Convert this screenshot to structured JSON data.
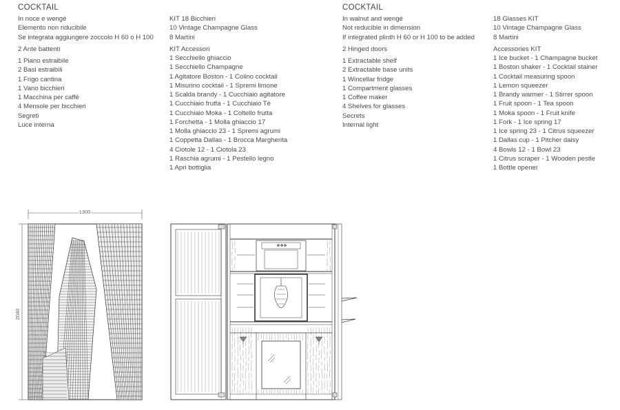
{
  "it_left": {
    "title": "COCKTAIL",
    "lines": [
      "In noce e wengé",
      "Elemento non riducibile",
      "Se integrata aggiungere zoccolo H 60 o H 100"
    ],
    "doors": "2 Ante battenti",
    "features": [
      "1 Piano estraibile",
      "2 Basi estraibili",
      "1 Frigo cantina",
      "1 Vano bicchieri",
      "1 Macchina per caffé",
      "4 Mensole per bicchieri",
      "Segreti",
      "Luce interna"
    ]
  },
  "it_right": {
    "kit1_title": "KIT 18 Bicchieri",
    "kit1_items": [
      "10 Vintage Champagne Glass",
      "8 Martini"
    ],
    "kit2_title": "KIT Accessori",
    "kit2_items": [
      "1 Secchiello ghiaccio",
      "1 Secchiello Champagne",
      "1 Agitatore Boston - 1 Colino cocktail",
      "1 Misurino cocktail - 1 Spremi limone",
      "1 Scalda brandy - 1 Cucchiaio agitatore",
      "1 Cucchiaio frutta - 1 Cucchiaio Tè",
      "1 Cucchiaio Moka - 1 Coltello frutta",
      "1 Forchetta - 1 Molla ghiaccio 17",
      "1 Molla ghiaccio 23 - 1 Spremi agrumi",
      "1 Coppetta Dallas - 1 Brocca Margherita",
      "4 Ciotole 12 - 1 Ciotola 23",
      "1 Raschia agrumi - 1 Pestello legno",
      "1 Apri bottiglia"
    ]
  },
  "en_left": {
    "title": "COCKTAIL",
    "lines": [
      "In walnut and wengé",
      "Not reducible in dimension",
      "If integrated plinth H 60 or H 100 to be added"
    ],
    "doors": "2 Hinged doors",
    "features": [
      "1 Extractable shelf",
      "2 Extractable base units",
      "1 Wincellar fridge",
      "1 Compartment glasses",
      "1 Coffee maker",
      "4 Shelves for glasses",
      "Secrets",
      "Internal light"
    ]
  },
  "en_right": {
    "kit1_title": "18 Glasses KIT",
    "kit1_items": [
      "10 Vintage Champagne Glass",
      "8 Martini"
    ],
    "kit2_title": "Accessories KIT",
    "kit2_items": [
      "1 Ice bucket - 1 Champagne bucket",
      "1 Boston shaker - 1 Cocktail stainer",
      "1 Cocktail measuring spoon",
      "1 Lemon squeezer",
      "1 Brandy warmer - 1 Stirrer spoon",
      "1 Fruit spoon - 1 Tea spoon",
      "1 Moka spoon - 1 Fruit knife",
      "1 Fork - 1 Ice spring 17",
      "1 Ice spring 23 - 1 Citrus squeezer",
      "1 Dallas cup - 1 Pitcher daisy",
      "4 Bowls 12 - 1 Bowl 23",
      "1 Citrus scraper - 1 Wooden pestle",
      "1 Bottle opener"
    ]
  },
  "dimensions": {
    "width": "1300",
    "height": "2040"
  },
  "colors": {
    "line": "#444444",
    "text": "#4a4a4a"
  }
}
